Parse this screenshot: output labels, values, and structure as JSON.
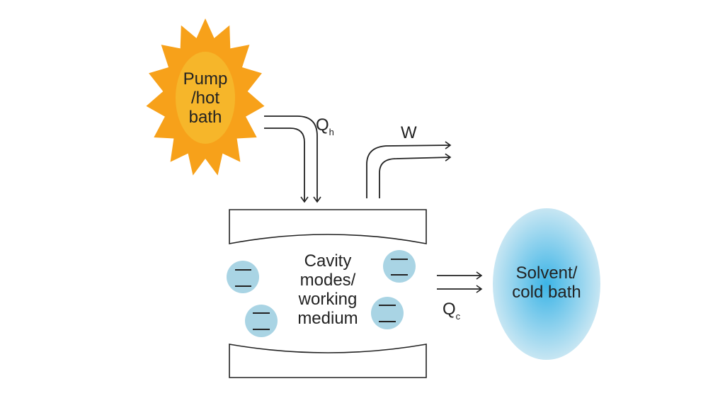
{
  "diagram": {
    "hot_bath": {
      "lines": [
        "Pump",
        "/hot",
        "bath"
      ],
      "outer_color": "#f7a11a",
      "inner_color": "#f6b62a"
    },
    "heat_in": {
      "symbol": "Q",
      "subscript": "h"
    },
    "work": {
      "symbol": "W"
    },
    "cavity": {
      "lines": [
        "Cavity",
        "modes/",
        "working",
        "medium"
      ]
    },
    "emitters": {
      "count": 4,
      "color": "#a9d4e4"
    },
    "heat_out": {
      "symbol": "Q",
      "subscript": "c"
    },
    "cold_bath": {
      "lines": [
        "Solvent/",
        "cold bath"
      ],
      "center_color": "#3cb4e6",
      "edge_color": "#c7e6f3"
    },
    "line_color": "#222222"
  }
}
